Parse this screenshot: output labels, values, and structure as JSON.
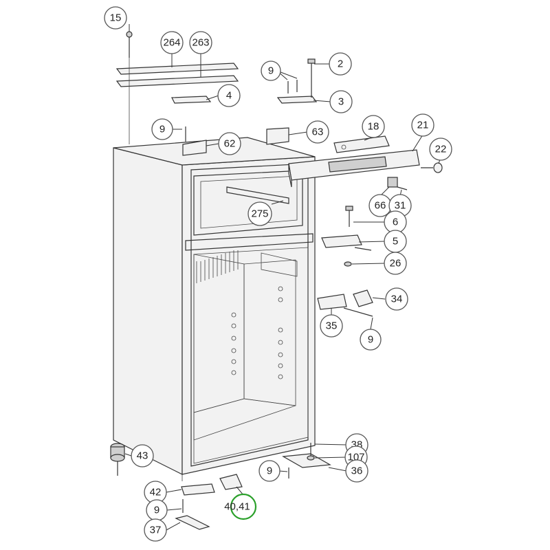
{
  "diagram": {
    "subject": "refrigerator-exploded-view",
    "highlight_color": "#2aa02a",
    "callouts": [
      {
        "id": "c15",
        "label": "15"
      },
      {
        "id": "c264",
        "label": "264"
      },
      {
        "id": "c263",
        "label": "263"
      },
      {
        "id": "c4",
        "label": "4"
      },
      {
        "id": "c9a",
        "label": "9"
      },
      {
        "id": "c2",
        "label": "2"
      },
      {
        "id": "c3",
        "label": "3"
      },
      {
        "id": "c9b",
        "label": "9"
      },
      {
        "id": "c63",
        "label": "63"
      },
      {
        "id": "c62",
        "label": "62"
      },
      {
        "id": "c18",
        "label": "18"
      },
      {
        "id": "c21",
        "label": "21"
      },
      {
        "id": "c22",
        "label": "22"
      },
      {
        "id": "c66",
        "label": "66"
      },
      {
        "id": "c31",
        "label": "31"
      },
      {
        "id": "c275",
        "label": "275"
      },
      {
        "id": "c6",
        "label": "6"
      },
      {
        "id": "c5",
        "label": "5"
      },
      {
        "id": "c26",
        "label": "26"
      },
      {
        "id": "c34",
        "label": "34"
      },
      {
        "id": "c35",
        "label": "35"
      },
      {
        "id": "c9c",
        "label": "9"
      },
      {
        "id": "c38",
        "label": "38"
      },
      {
        "id": "c107",
        "label": "107"
      },
      {
        "id": "c36",
        "label": "36"
      },
      {
        "id": "c9d",
        "label": "9"
      },
      {
        "id": "c43",
        "label": "43"
      },
      {
        "id": "c42",
        "label": "42"
      },
      {
        "id": "c9e",
        "label": "9"
      },
      {
        "id": "c4041",
        "label": "40,41"
      },
      {
        "id": "c37",
        "label": "37"
      }
    ]
  }
}
